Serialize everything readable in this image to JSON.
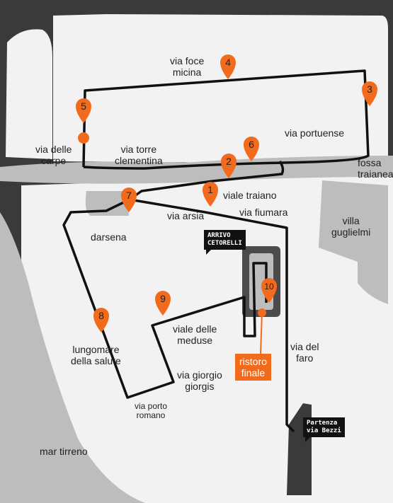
{
  "colors": {
    "background": "#3a3a3a",
    "land": "#f2f2f2",
    "grey_area": "#bdbdbd",
    "route": "#111111",
    "marker": "#f26a1b"
  },
  "markers": [
    "1",
    "2",
    "3",
    "4",
    "5",
    "6",
    "7",
    "8",
    "9",
    "10"
  ],
  "labels": {
    "via_foce_micina": [
      "via foce",
      "micina"
    ],
    "via_delle_carpe": [
      "via delle",
      "carpe"
    ],
    "via_torre_clementina": [
      "via torre",
      "clementina"
    ],
    "via_portuense": "via portuense",
    "fossa_traianea": [
      "fossa",
      "traianea"
    ],
    "viale_traiano": "viale traiano",
    "via_arsia": "via arsia",
    "via_fiumara": "via fiumara",
    "villa_guglielmi": [
      "villa",
      "guglielmi"
    ],
    "darsena": "darsena",
    "viale_delle_meduse": [
      "viale delle",
      "meduse"
    ],
    "lungomare_della_salute": [
      "lungomare",
      "della salute"
    ],
    "via_giorgio_giorgis": [
      "via giorgio",
      "giorgis"
    ],
    "via_del_faro": [
      "via del",
      "faro"
    ],
    "via_porto_romano": [
      "via porto",
      "romano"
    ],
    "mar_tirreno": "mar tirreno"
  },
  "callouts": {
    "arrivo": [
      "ARRIVO",
      "CETORELLI"
    ],
    "partenza": [
      "Partenza",
      "via Bezzi"
    ]
  },
  "ristoro": [
    "ristoro",
    "finale"
  ]
}
